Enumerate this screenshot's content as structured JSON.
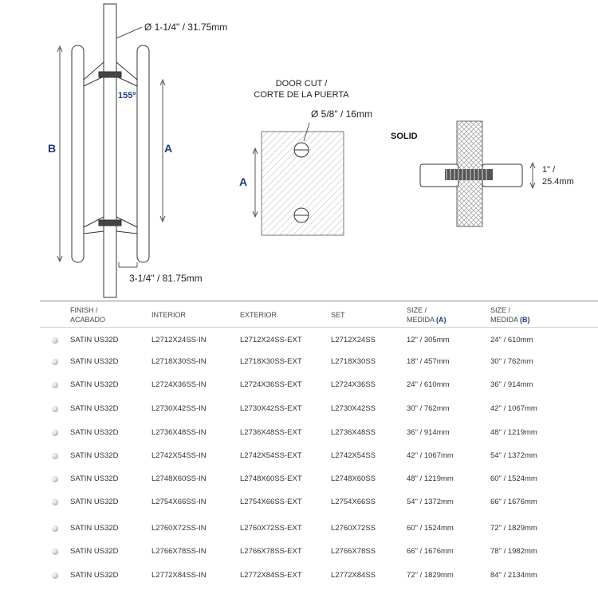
{
  "drawing": {
    "diameter_tube": "Ø 1-1/4\" / 31.75mm",
    "angle": "155º",
    "label_b": "B",
    "label_a": "A",
    "offset": "3-1/4\" / 81.75mm",
    "door_cut_line1": "DOOR CUT /",
    "door_cut_line2": "CORTE DE LA PUERTA",
    "hole_diameter": "Ø 5/8\" / 16mm",
    "label_a_door": "A",
    "solid": "SOLID",
    "thickness_line1": "1\" /",
    "thickness_line2": "25.4mm"
  },
  "table": {
    "headers": {
      "finish_1": "FINISH /",
      "finish_2": "ACABADO",
      "interior": "INTERIOR",
      "exterior": "EXTERIOR",
      "set": "SET",
      "size_a_1": "SIZE /",
      "size_a_2": "MEDIDA",
      "size_a_tag": "(A)",
      "size_b_1": "SIZE /",
      "size_b_2": "MEDIDA",
      "size_b_tag": "(B)"
    },
    "rows": [
      {
        "finish": "SATIN US32D",
        "interior": "L2712X24SS-IN",
        "exterior": "L2712X24SS-EXT",
        "set": "L2712X24SS",
        "size_a": "12\" / 305mm",
        "size_b": "24\" / 610mm"
      },
      {
        "finish": "SATIN US32D",
        "interior": "L2718X30SS-IN",
        "exterior": "L2718X30SS-EXT",
        "set": "L2718X30SS",
        "size_a": "18\" / 457mm",
        "size_b": "30\" / 762mm"
      },
      {
        "finish": "SATIN US32D",
        "interior": "L2724X36SS-IN",
        "exterior": "L2724X36SS-EXT",
        "set": "L2724X36SS",
        "size_a": "24\" / 610mm",
        "size_b": "36\" / 914mm"
      },
      {
        "finish": "SATIN US32D",
        "interior": "L2730X42SS-IN",
        "exterior": "L2730X42SS-EXT",
        "set": "L2730X42SS",
        "size_a": "30\" / 762mm",
        "size_b": "42\" / 1067mm"
      },
      {
        "finish": "SATIN US32D",
        "interior": "L2736X48SS-IN",
        "exterior": "L2736X48SS-EXT",
        "set": "L2736X48SS",
        "size_a": "36\" / 914mm",
        "size_b": "48\" / 1219mm"
      },
      {
        "finish": "SATIN US32D",
        "interior": "L2742X54SS-IN",
        "exterior": "L2742X54SS-EXT",
        "set": "L2742X54SS",
        "size_a": "42\" / 1067mm",
        "size_b": "54\" / 1372mm"
      },
      {
        "finish": "SATIN US32D",
        "interior": "L2748X60SS-IN",
        "exterior": "L2748X60SS-EXT",
        "set": "L2748X60SS",
        "size_a": "48\" / 1219mm",
        "size_b": "60\" / 1524mm"
      },
      {
        "finish": "SATIN US32D",
        "interior": "L2754X66SS-IN",
        "exterior": "L2754X66SS-EXT",
        "set": "L2754X66SS",
        "size_a": "54\" / 1372mm",
        "size_b": "66\" / 1676mm"
      },
      {
        "finish": "SATIN US32D",
        "interior": "L2760X72SS-IN",
        "exterior": "L2760X72SS-EXT",
        "set": "L2760X72SS",
        "size_a": "60\" / 1524mm",
        "size_b": "72\" / 1829mm"
      },
      {
        "finish": "SATIN US32D",
        "interior": "L2766X78SS-IN",
        "exterior": "L2766X78SS-EXT",
        "set": "L2766X78SS",
        "size_a": "66\" / 1676mm",
        "size_b": "78\" / 1982mm"
      },
      {
        "finish": "SATIN US32D",
        "interior": "L2772X84SS-IN",
        "exterior": "L2772X84SS-EXT",
        "set": "L2772X84SS",
        "size_a": "72\" / 1829mm",
        "size_b": "84\" / 2134mm"
      }
    ]
  }
}
